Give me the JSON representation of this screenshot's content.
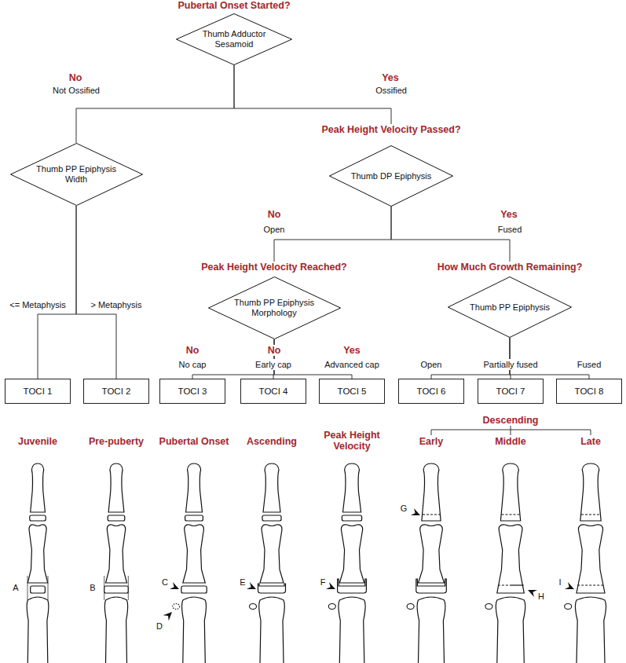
{
  "diagram": {
    "nodes": [
      {
        "text": [
          "Pubertal Onset Started?",
          "Thumb Adductor Sesamoid"
        ]
      },
      {
        "text": [
          "Thumb PP Epiphysis Width"
        ]
      },
      {
        "text": [
          "Peak Height Velocity Passed?",
          "Thumb DP Epiphysis"
        ]
      },
      {
        "text": [
          "Peak Height Velocity Reached?",
          "Thumb PP Epiphysis Morphology"
        ]
      },
      {
        "text": [
          "How Much Growth Remaining?",
          "Thumb PP Epiphysis"
        ]
      },
      {
        "text": [
          "TOCI 1"
        ]
      },
      {
        "text": [
          "TOCI 2"
        ]
      },
      {
        "text": [
          "TOCI 3"
        ]
      },
      {
        "text": [
          "TOCI 4"
        ]
      },
      {
        "text": [
          "TOCI 5"
        ]
      },
      {
        "text": [
          "TOCI 6"
        ]
      },
      {
        "text": [
          "TOCI 7"
        ]
      },
      {
        "text": [
          "TOCI 8"
        ]
      }
    ],
    "edges": [
      {
        "from": 0,
        "to": 1,
        "arrow": "none",
        "label": "Not Ossified"
      },
      {
        "from": 0,
        "to": 2,
        "arrow": "none",
        "label": "Ossified"
      },
      {
        "from": 1,
        "to": 5,
        "arrow": "none",
        "label": "<= Metaphysis"
      },
      {
        "from": 1,
        "to": 6,
        "arrow": "none",
        "label": "> Metaphysis"
      },
      {
        "from": 2,
        "to": 3,
        "arrow": "none",
        "label": "Open"
      },
      {
        "from": 2,
        "to": 4,
        "arrow": "none",
        "label": "Fused"
      },
      {
        "from": 3,
        "to": 7,
        "arrow": "none",
        "label": "No cap"
      },
      {
        "from": 3,
        "to": 8,
        "arrow": "none",
        "label": "Early cap"
      },
      {
        "from": 3,
        "to": 9,
        "arrow": "none",
        "label": "Advanced cap"
      },
      {
        "from": 4,
        "to": 10,
        "arrow": "none",
        "label": "Open"
      },
      {
        "from": 4,
        "to": 11,
        "arrow": "none",
        "label": "Partially fused"
      },
      {
        "from": 4,
        "to": 12,
        "arrow": "none",
        "label": "Fused"
      }
    ],
    "labels": [
      "No",
      "Yes",
      "No",
      "Yes",
      "No",
      "No",
      "Yes",
      "Juvenile",
      "Pre-puberty",
      "Pubertal Onset",
      "Ascending",
      "Peak Height Velocity",
      "Descending",
      "Early",
      "Middle",
      "Late",
      "A",
      "B",
      "C",
      "D",
      "E",
      "F",
      "G",
      "H",
      "I"
    ]
  }
}
